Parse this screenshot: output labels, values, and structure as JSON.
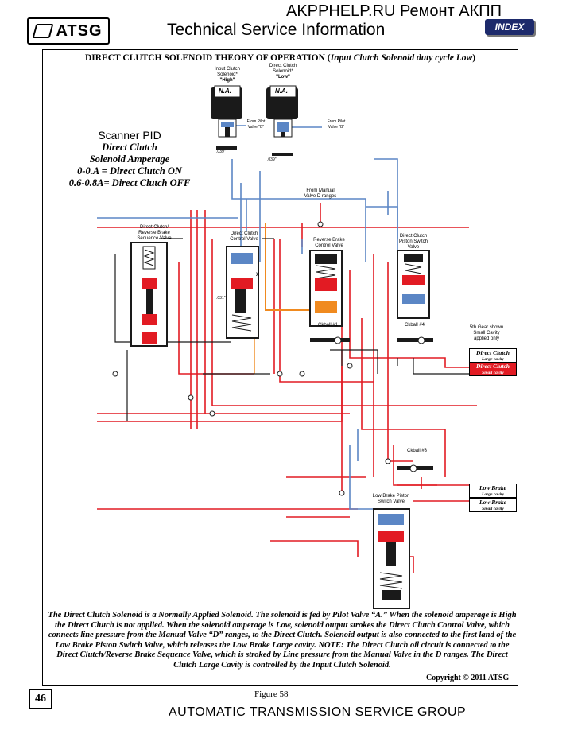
{
  "header": {
    "logo_text": "ATSG",
    "site_title": "AKPPHELP.RU Ремонт АКПП",
    "tsi_title": "Technical Service Information",
    "index_label": "INDEX"
  },
  "figure": {
    "title_main": "DIRECT CLUTCH SOLENOID THEORY OF OPERATION (",
    "title_italic": "Input Clutch Solenoid duty cycle Low",
    "title_end": ")",
    "scanner_pid": {
      "heading": "Scanner PID",
      "line1": "Direct Clutch",
      "line2": "Solenoid Amperage",
      "line3": "0-0.A = Direct Clutch ON",
      "line4": "0.6-0.8A= Direct Clutch OFF"
    },
    "solenoids": [
      {
        "name": "Input Clutch Solenoid*",
        "state": "\"High\"",
        "na": "N.A.",
        "from": "From Pilot Valve \"B\"",
        "orifice": ".039\""
      },
      {
        "name": "Direct Clutch Solenoid*",
        "state": "\"Low\"",
        "na": "N.A.",
        "from": "From Pilot Valve \"B\"",
        "orifice": ".039\""
      }
    ],
    "valves": {
      "dc_rb_sequence": "Direct Clutch/ Reverse Brake Sequence Valve",
      "dc_control": "Direct Clutch Control Valve",
      "rb_control": "Reverse Brake Control Valve",
      "dc_piston_switch": "Direct Clutch Piston Switch Valve",
      "lb_piston_switch": "Low Brake Piston Switch Valve"
    },
    "checkballs": {
      "c1": "Ckball #1",
      "c3": "Ckball #3",
      "c4": "Ckball #4"
    },
    "from_manual": "From Manual Valve D ranges",
    "orifice_031": ".031\"",
    "fifth_gear_note": "5th Gear shown Small Cavity applied only",
    "direct_clutch_boxes": [
      {
        "label": "Direct Clutch",
        "sub": "Large cavity"
      },
      {
        "label": "Direct Clutch",
        "sub": "Small cavity"
      }
    ],
    "low_brake_boxes": [
      {
        "label": "Low Brake",
        "sub": "Large cavity"
      },
      {
        "label": "Low Brake",
        "sub": "Small cavity"
      }
    ],
    "exhaust_mark": "X",
    "description": "The Direct Clutch Solenoid is a Normally Applied Solenoid. The solenoid is fed by Pilot Valve “A.” When the solenoid amperage is High the Direct Clutch is not applied. When the solenoid amperage is Low, solenoid output strokes the Direct Clutch Control Valve, which connects line pressure from the Manual Valve “D” ranges, to the Direct Clutch. Solenoid output is also connected to the first land of the Low Brake Piston Switch Valve, which releases the Low Brake Large cavity. NOTE: The Direct Clutch oil circuit is connected to the Direct Clutch/Reverse Brake Sequence Valve, which is stroked by Line pressure from the Manual Valve in the D ranges. The Direct Clutch Large Cavity is controlled by the Input Clutch Solenoid.",
    "copyright": "Copyright © 2011 ATSG",
    "label": "Figure 58"
  },
  "page_number": "46",
  "footer": "AUTOMATIC TRANSMISSION SERVICE GROUP",
  "colors": {
    "line_red": "#e21b23",
    "pilot_blue": "#5b86c5",
    "orange": "#f08a1f",
    "navy": "#1d2a6b",
    "dark": "#1a1a1a"
  }
}
